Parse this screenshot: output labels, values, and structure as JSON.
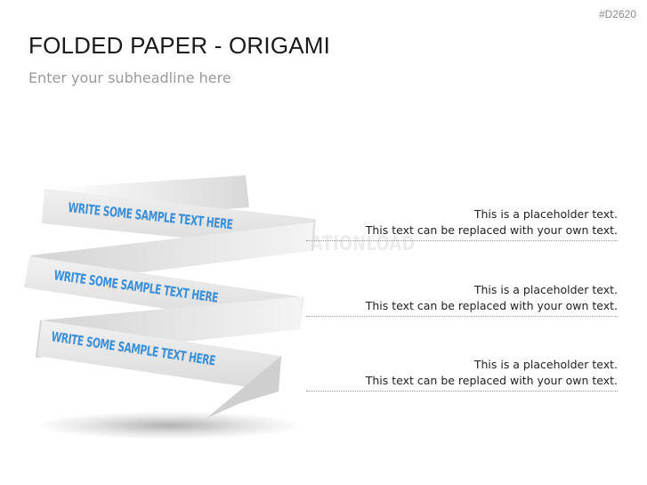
{
  "slide": {
    "code": "#D2620",
    "title": "FOLDED PAPER - ORIGAMI",
    "subtitle": "Enter your subheadline here",
    "watermark": "PRESENTATIONLOAD"
  },
  "ribbon": {
    "labels": [
      "WRITE SOME SAMPLE TEXT HERE",
      "WRITE SOME SAMPLE TEXT HERE",
      "WRITE SOME SAMPLE TEXT HERE"
    ],
    "label_color": "#3b8fd6",
    "paper_color": "#e4e4e4"
  },
  "descriptions": [
    {
      "line1": "This is a placeholder text.",
      "line2": "This text can be replaced with your own text."
    },
    {
      "line1": "This is a placeholder text.",
      "line2": "This text can be replaced with your own text."
    },
    {
      "line1": "This is a placeholder text.",
      "line2": "This text can be replaced with your own text."
    }
  ]
}
